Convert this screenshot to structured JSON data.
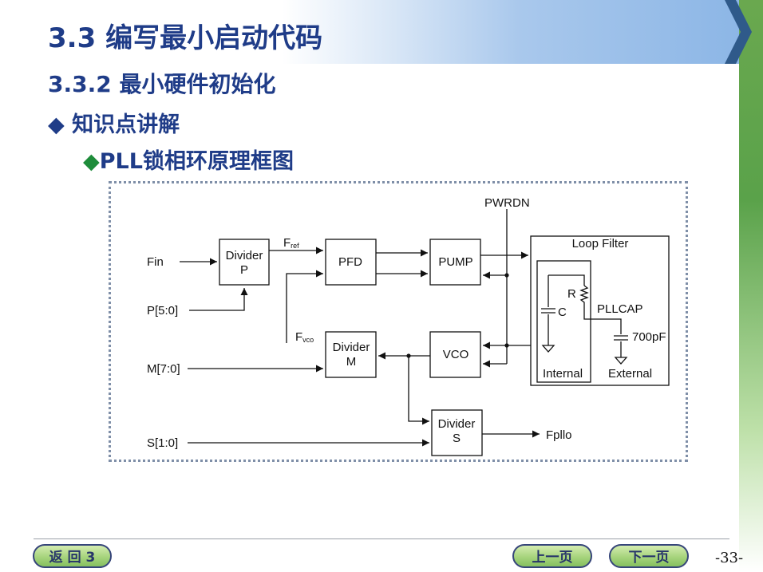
{
  "title": "3.3 编写最小启动代码",
  "subtitle": "3.3.2 最小硬件初始化",
  "bullet1": {
    "marker": "◆",
    "text": "知识点讲解"
  },
  "bullet2": {
    "marker": "◆",
    "text": "PLL锁相环原理框图"
  },
  "diagram": {
    "pwrdn": "PWRDN",
    "fin": "Fin",
    "p_in": "P[5:0]",
    "m_in": "M[7:0]",
    "s_in": "S[1:0]",
    "divider_p": [
      "Divider",
      "P"
    ],
    "divider_m": [
      "Divider",
      "M"
    ],
    "divider_s": [
      "Divider",
      "S"
    ],
    "pfd": "PFD",
    "pump": "PUMP",
    "vco": "VCO",
    "fref_main": "F",
    "fref_sub": "ref",
    "fvco_main": "F",
    "fvco_sub": "vco",
    "loop_filter": "Loop Filter",
    "r": "R",
    "c": "C",
    "pllcap": "PLLCAP",
    "cap700": "700pF",
    "internal": "Internal",
    "external": "External",
    "fpllo": "Fpllo"
  },
  "nav": {
    "back": "返 回 3",
    "prev": "上一页",
    "next": "下一页"
  },
  "page_number": "-33-"
}
